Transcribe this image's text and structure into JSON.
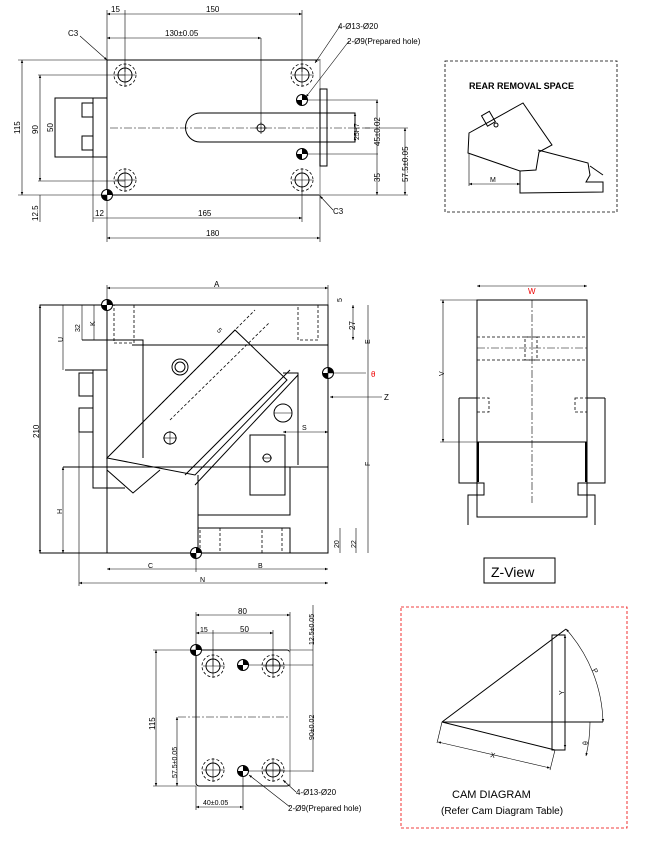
{
  "top_view": {
    "dims": {
      "d15": "15",
      "d150": "150",
      "d130": "130±0.05",
      "d115": "115",
      "d90": "90",
      "d50": "50",
      "d12_5": "12.5",
      "d12": "12",
      "d165": "165",
      "d180": "180",
      "d25h7": "25H7",
      "d45": "45±0.02",
      "d35": "35",
      "d57_5": "57.5±0.05"
    },
    "c3_top": "C3",
    "c3_bottom": "C3",
    "note_holes": "4-Ø13-Ø20",
    "note_prepared": "2-Ø9(Prepared hole)"
  },
  "rear_removal": {
    "title": "REAR REMOVAL SPACE",
    "dim_m": "M"
  },
  "front_view": {
    "dims": {
      "a": "A",
      "d5": "5",
      "d27": "27",
      "e": "E",
      "d32": "32",
      "k": "K",
      "u": "U",
      "d210": "210",
      "theta": "θ",
      "z": "Z",
      "s": "S",
      "f": "F",
      "h": "H",
      "d20": "20",
      "d22": "22",
      "c": "C",
      "b": "B",
      "n": "N",
      "d5b": "5"
    },
    "theta_color": "#e00000"
  },
  "z_view": {
    "dim_w": "W",
    "dim_v": "V",
    "label": "Z-View",
    "w_color": "#e00000"
  },
  "bottom_view": {
    "dims": {
      "d80": "80",
      "d15": "15",
      "d50": "50",
      "d12_5": "12.5±0.05",
      "d115": "115",
      "d57_5": "57.5±0.05",
      "d90": "90±0.02",
      "d40": "40±0.05"
    },
    "note_holes": "4-Ø13-Ø20",
    "note_prepared": "2-Ø9(Prepared hole)"
  },
  "cam_diagram": {
    "title": "CAM DIAGRAM",
    "subtitle": "(Refer Cam Diagram Table)",
    "dim_x": "X",
    "dim_y": "Y",
    "dim_p": "P",
    "dim_theta": "θ"
  }
}
